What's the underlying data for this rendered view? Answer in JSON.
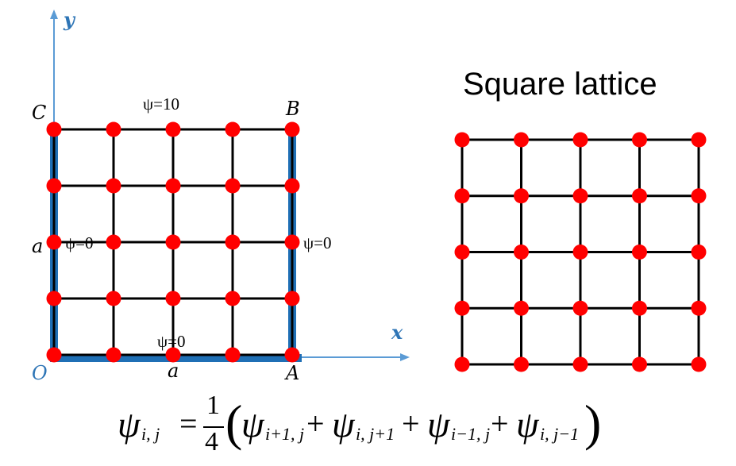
{
  "left_figure": {
    "axis_y_label": "y",
    "axis_x_label": "x",
    "corner_c": "C",
    "corner_b": "B",
    "corner_o": "O",
    "corner_a": "A",
    "side_a_left": "a",
    "side_a_bottom": "a",
    "bc_top": "ψ=10",
    "bc_left": "ψ=0",
    "bc_right": "ψ=0",
    "bc_bottom": "ψ=0",
    "grid_cols": 5,
    "grid_rows": 5,
    "colors": {
      "axis": "#5b9bd5",
      "boundary": "#1f6fb5",
      "grid": "#000000",
      "node": "#ff0000",
      "axis_label": "#2e75b6"
    }
  },
  "right_figure": {
    "title": "Square lattice",
    "grid_cols": 5,
    "grid_rows": 5,
    "colors": {
      "grid": "#000000",
      "node": "#ff0000"
    }
  },
  "formula": {
    "lhs": "ψ",
    "lhs_sub": "i, j",
    "equals": "=",
    "frac_num": "1",
    "frac_den": "4",
    "lparen": "(",
    "rparen": ")",
    "plus": "+",
    "terms": [
      {
        "sym": "ψ",
        "sub": "i+1, j"
      },
      {
        "sym": "ψ",
        "sub": "i, j+1"
      },
      {
        "sym": "ψ",
        "sub": "i−1, j"
      },
      {
        "sym": "ψ",
        "sub": "i, j−1"
      }
    ]
  }
}
